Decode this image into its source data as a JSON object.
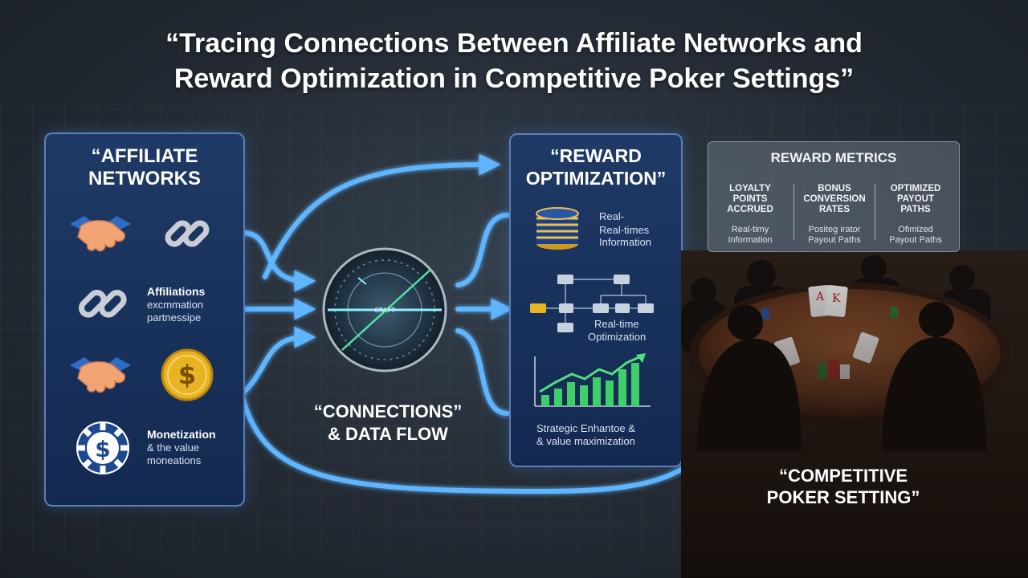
{
  "title": {
    "line1": "“Tracing Connections Between Affiliate Networks and",
    "line2": "Reward Optimization in Competitive Poker Settings”"
  },
  "affiliate_panel": {
    "title_line1": "“AFFILIATE",
    "title_line2": "NETWORKS",
    "icons": [
      "handshake-icon",
      "chain-link-icon",
      "chain-link-icon",
      "handshake-icon",
      "dollar-coin-icon",
      "poker-chip-dollar-icon"
    ],
    "affiliations": [
      "Affiliations",
      "excmmation",
      "partnessipe"
    ],
    "monetization": [
      "Monetization",
      "& the value",
      "moneations"
    ]
  },
  "hub": {
    "label": "CRAFT",
    "caption_line1": "“CONNECTIONS”",
    "caption_line2": "& DATA FLOW"
  },
  "reward_panel": {
    "title_line1": "“REWARD",
    "title_line2": "OPTIMIZATION”",
    "item1": [
      "Real-",
      "Real-times",
      "Information"
    ],
    "item2": [
      "Real-time",
      "Optimization"
    ],
    "item3": [
      "Strategic Enhantoe &",
      "& value maximization"
    ]
  },
  "metrics": {
    "title": "REWARD METRICS",
    "columns": [
      {
        "head": [
          "LOYALTY",
          "POINTS",
          "ACCRUED"
        ],
        "sub": [
          "Real-timy",
          "Information"
        ]
      },
      {
        "head": [
          "BONUS",
          "CONVERSION",
          "RATES"
        ],
        "sub": [
          "Positeg irator",
          "Payout Paths"
        ]
      },
      {
        "head": [
          "OPTIMIZED",
          "PAYOUT",
          "PATHS"
        ],
        "sub": [
          "Ofimized",
          "Payout Paths"
        ]
      }
    ]
  },
  "poker": {
    "caption_line1": "“COMPETITIVE",
    "caption_line2": "POKER SETTING”"
  },
  "colors": {
    "arrow": "#5fb6ff",
    "panel": "#1f3a66",
    "accent_green": "#3fcf6a",
    "coin_gold": "#e8b423"
  }
}
